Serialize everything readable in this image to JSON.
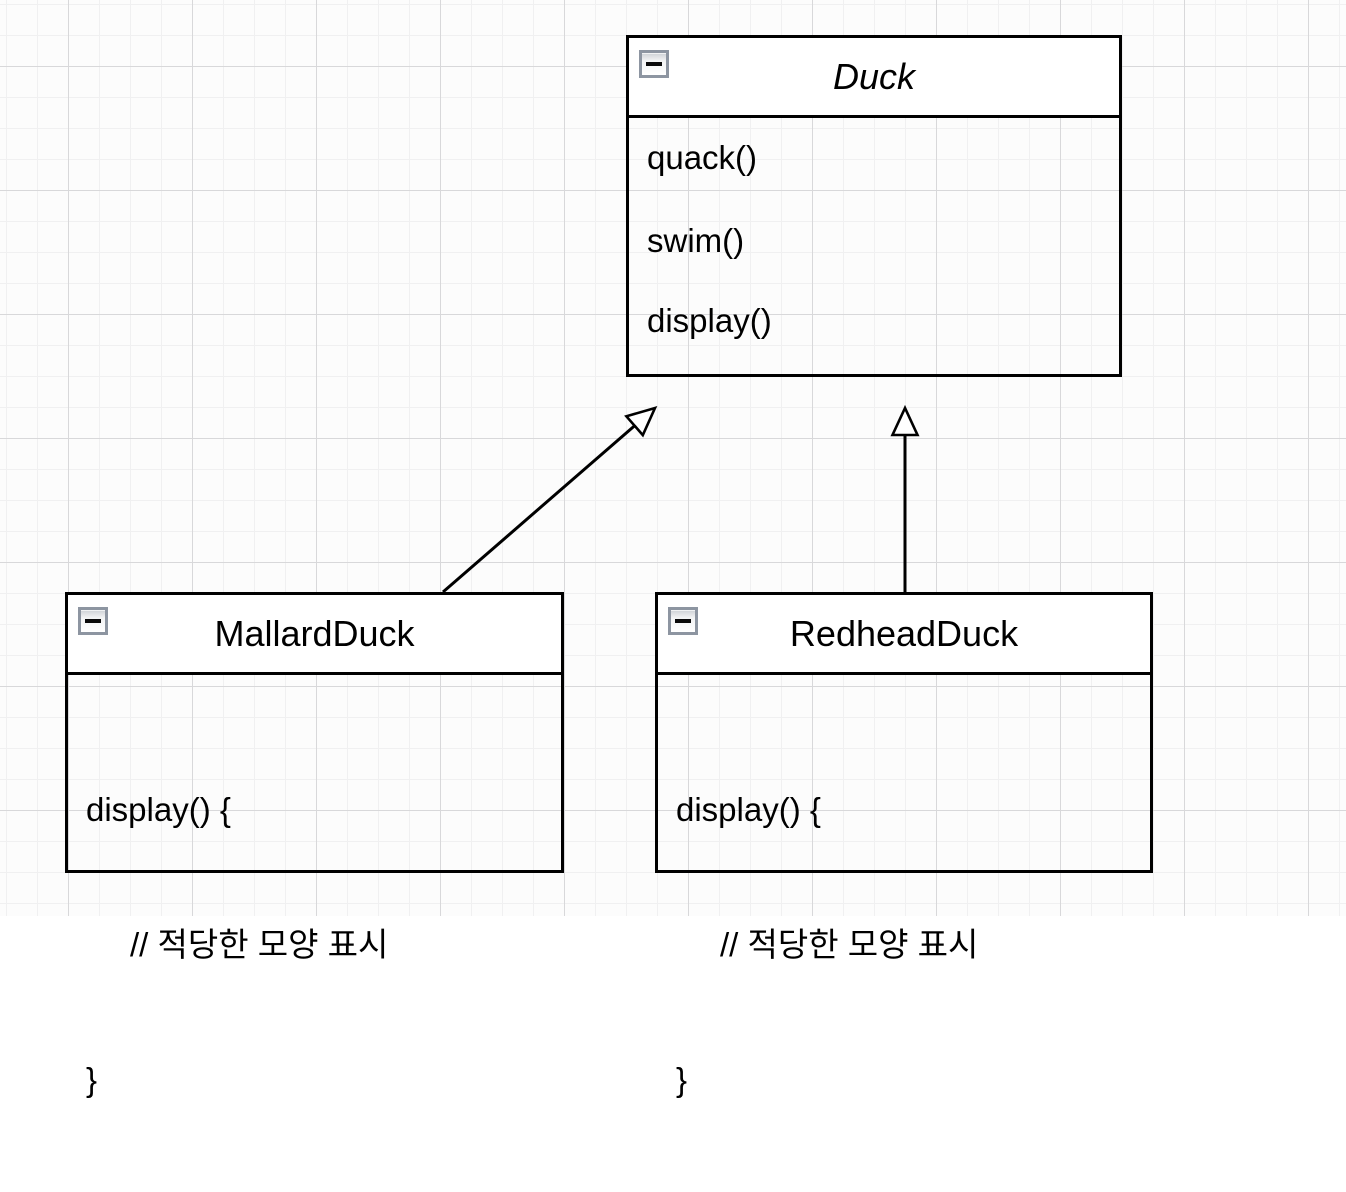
{
  "diagram": {
    "type": "uml-class-diagram",
    "classes": [
      {
        "name": "Duck",
        "abstract": true,
        "collapse_icon": "minus-icon",
        "methods": [
          "quack()",
          "swim()",
          "display()"
        ]
      },
      {
        "name": "MallardDuck",
        "abstract": false,
        "collapse_icon": "minus-icon",
        "body_lines": [
          "display() {",
          "// 적당한 모양 표시",
          "}"
        ]
      },
      {
        "name": "RedheadDuck",
        "abstract": false,
        "collapse_icon": "minus-icon",
        "body_lines": [
          "display() {",
          "// 적당한 모양 표시",
          "}"
        ]
      }
    ],
    "relations": [
      {
        "from": "MallardDuck",
        "to": "Duck",
        "type": "generalization"
      },
      {
        "from": "RedheadDuck",
        "to": "Duck",
        "type": "generalization"
      }
    ],
    "colors": {
      "canvas_bg": "#fcfcfc",
      "grid_minor": "#f0f0f1",
      "grid_major": "#d8d8da",
      "shape_border": "#000000",
      "header_fill": "#ffffff",
      "text": "#000000",
      "collapse_button_frame": "#8d95a1"
    }
  }
}
